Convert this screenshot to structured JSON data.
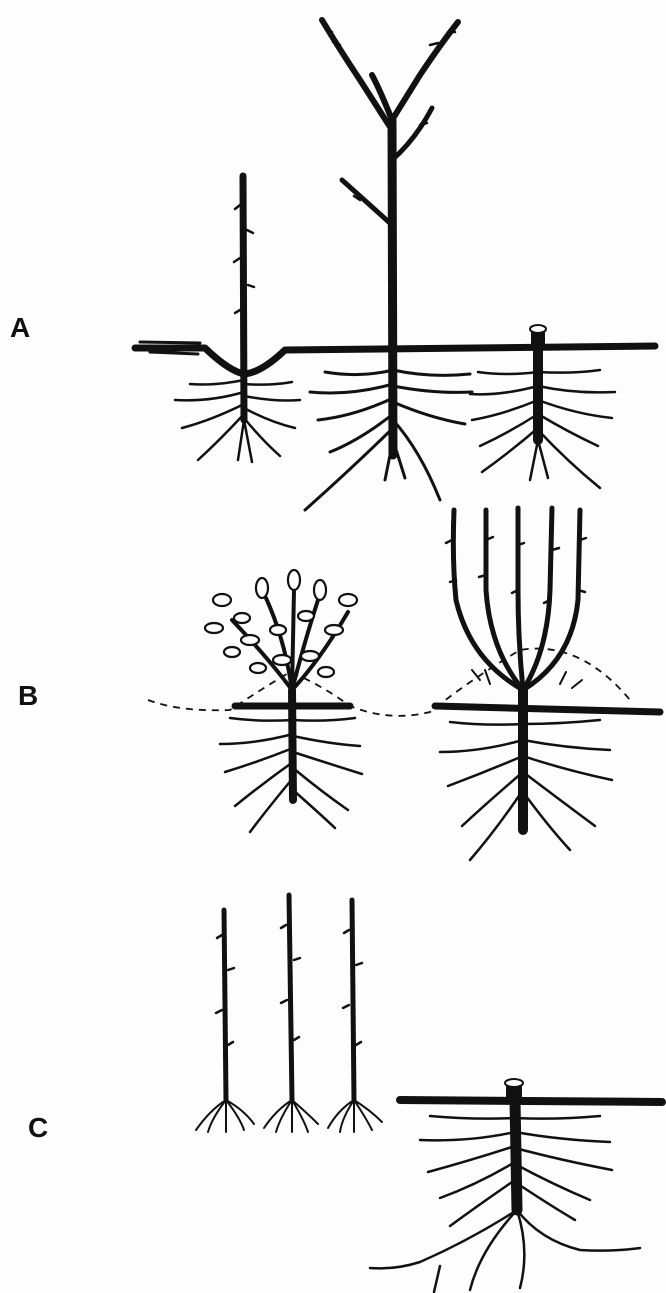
{
  "figure": {
    "panels": [
      {
        "id": "a",
        "label": "A"
      },
      {
        "id": "b",
        "label": "B"
      },
      {
        "id": "c",
        "label": "C"
      }
    ],
    "ink_color": "#111111",
    "background_color": "#fdfdfd"
  }
}
